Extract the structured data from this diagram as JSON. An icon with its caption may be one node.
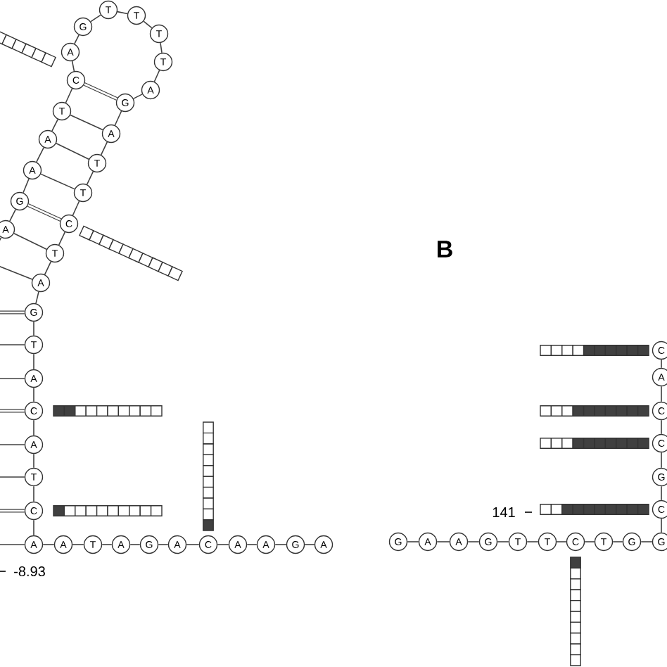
{
  "diagram": {
    "nodes": [
      {
        "text": [
          "A"
        ]
      },
      {
        "text": [
          "G"
        ]
      },
      {
        "text": [
          "A"
        ]
      },
      {
        "text": [
          "A"
        ]
      },
      {
        "text": [
          "T"
        ]
      },
      {
        "text": [
          "C"
        ]
      },
      {
        "text": [
          "A"
        ]
      },
      {
        "text": [
          "G"
        ]
      },
      {
        "text": [
          "T"
        ]
      },
      {
        "text": [
          "T"
        ]
      },
      {
        "text": [
          "T"
        ]
      },
      {
        "text": [
          "T"
        ]
      },
      {
        "text": [
          "A"
        ]
      },
      {
        "text": [
          "G"
        ]
      },
      {
        "text": [
          "A"
        ]
      },
      {
        "text": [
          "T"
        ]
      },
      {
        "text": [
          "T"
        ]
      },
      {
        "text": [
          "C"
        ]
      },
      {
        "text": [
          "T"
        ]
      },
      {
        "text": [
          "A"
        ]
      },
      {
        "text": [
          "G"
        ]
      },
      {
        "text": [
          "T"
        ]
      },
      {
        "text": [
          "A"
        ]
      },
      {
        "text": [
          "C"
        ]
      },
      {
        "text": [
          "A"
        ]
      },
      {
        "text": [
          "T"
        ]
      },
      {
        "text": [
          "C"
        ]
      },
      {
        "text": [
          "A"
        ]
      },
      {
        "text": [
          "A"
        ]
      },
      {
        "text": [
          "T"
        ]
      },
      {
        "text": [
          "A"
        ]
      },
      {
        "text": [
          "G"
        ]
      },
      {
        "text": [
          "A"
        ]
      },
      {
        "text": [
          "C"
        ]
      },
      {
        "text": [
          "A"
        ]
      },
      {
        "text": [
          "A"
        ]
      },
      {
        "text": [
          "G"
        ]
      },
      {
        "text": [
          "A"
        ]
      },
      {
        "text": [
          "G"
        ]
      },
      {
        "text": [
          "A"
        ]
      },
      {
        "text": [
          "A"
        ]
      },
      {
        "text": [
          "G"
        ]
      },
      {
        "text": [
          "T"
        ]
      },
      {
        "text": [
          "T"
        ]
      },
      {
        "text": [
          "C"
        ]
      },
      {
        "text": [
          "T"
        ]
      },
      {
        "text": [
          "G"
        ]
      },
      {
        "text": [
          "G"
        ]
      },
      {
        "text": [
          "C"
        ]
      },
      {
        "text": [
          "G"
        ]
      },
      {
        "text": [
          "C"
        ]
      },
      {
        "text": [
          "C"
        ]
      },
      {
        "text": [
          "A"
        ]
      },
      {
        "text": [
          "C"
        ]
      }
    ],
    "edges": [
      {
        "from": 0,
        "to": 1,
        "arrow": "none"
      },
      {
        "from": 1,
        "to": 2,
        "arrow": "none"
      },
      {
        "from": 2,
        "to": 3,
        "arrow": "none"
      },
      {
        "from": 3,
        "to": 4,
        "arrow": "none"
      },
      {
        "from": 4,
        "to": 5,
        "arrow": "none"
      },
      {
        "from": 5,
        "to": 6,
        "arrow": "none"
      },
      {
        "from": 6,
        "to": 7,
        "arrow": "none"
      },
      {
        "from": 7,
        "to": 8,
        "arrow": "none"
      },
      {
        "from": 8,
        "to": 9,
        "arrow": "none"
      },
      {
        "from": 9,
        "to": 10,
        "arrow": "none"
      },
      {
        "from": 10,
        "to": 11,
        "arrow": "none"
      },
      {
        "from": 11,
        "to": 12,
        "arrow": "none"
      },
      {
        "from": 12,
        "to": 13,
        "arrow": "none"
      },
      {
        "from": 13,
        "to": 14,
        "arrow": "none"
      },
      {
        "from": 14,
        "to": 15,
        "arrow": "none"
      },
      {
        "from": 15,
        "to": 16,
        "arrow": "none"
      },
      {
        "from": 16,
        "to": 17,
        "arrow": "none"
      },
      {
        "from": 17,
        "to": 18,
        "arrow": "none"
      },
      {
        "from": 18,
        "to": 19,
        "arrow": "none"
      },
      {
        "from": 19,
        "to": 20,
        "arrow": "none"
      },
      {
        "from": 20,
        "to": 21,
        "arrow": "none"
      },
      {
        "from": 21,
        "to": 22,
        "arrow": "none"
      },
      {
        "from": 22,
        "to": 23,
        "arrow": "none"
      },
      {
        "from": 23,
        "to": 24,
        "arrow": "none"
      },
      {
        "from": 24,
        "to": 25,
        "arrow": "none"
      },
      {
        "from": 25,
        "to": 26,
        "arrow": "none"
      },
      {
        "from": 26,
        "to": 27,
        "arrow": "none"
      },
      {
        "from": 27,
        "to": 28,
        "arrow": "none"
      },
      {
        "from": 28,
        "to": 29,
        "arrow": "none"
      },
      {
        "from": 29,
        "to": 30,
        "arrow": "none"
      },
      {
        "from": 30,
        "to": 31,
        "arrow": "none"
      },
      {
        "from": 31,
        "to": 32,
        "arrow": "none"
      },
      {
        "from": 32,
        "to": 33,
        "arrow": "none"
      },
      {
        "from": 33,
        "to": 34,
        "arrow": "none"
      },
      {
        "from": 34,
        "to": 35,
        "arrow": "none"
      },
      {
        "from": 35,
        "to": 36,
        "arrow": "none"
      },
      {
        "from": 36,
        "to": 37,
        "arrow": "none"
      },
      {
        "from": 38,
        "to": 39,
        "arrow": "none"
      },
      {
        "from": 39,
        "to": 40,
        "arrow": "none"
      },
      {
        "from": 40,
        "to": 41,
        "arrow": "none"
      },
      {
        "from": 41,
        "to": 42,
        "arrow": "none"
      },
      {
        "from": 42,
        "to": 43,
        "arrow": "none"
      },
      {
        "from": 43,
        "to": 44,
        "arrow": "none"
      },
      {
        "from": 44,
        "to": 45,
        "arrow": "none"
      },
      {
        "from": 45,
        "to": 46,
        "arrow": "none"
      },
      {
        "from": 46,
        "to": 47,
        "arrow": "none"
      },
      {
        "from": 47,
        "to": 48,
        "arrow": "none"
      },
      {
        "from": 48,
        "to": 49,
        "arrow": "none"
      },
      {
        "from": 49,
        "to": 50,
        "arrow": "none"
      },
      {
        "from": 50,
        "to": 51,
        "arrow": "none"
      },
      {
        "from": 51,
        "to": 52,
        "arrow": "none"
      },
      {
        "from": 52,
        "to": 53,
        "arrow": "none"
      },
      {
        "from": 5,
        "to": 13,
        "arrow": "none",
        "style": "thick"
      },
      {
        "from": 4,
        "to": 14,
        "arrow": "none"
      },
      {
        "from": 3,
        "to": 15,
        "arrow": "none"
      },
      {
        "from": 2,
        "to": 16,
        "arrow": "none"
      },
      {
        "from": 1,
        "to": 17,
        "arrow": "none",
        "style": "thick"
      },
      {
        "from": 0,
        "to": 18,
        "arrow": "none"
      },
      {
        "from": null,
        "to": 0,
        "arrow": "none"
      },
      {
        "from": null,
        "to": 19,
        "arrow": "none"
      },
      {
        "from": null,
        "to": 20,
        "arrow": "none",
        "style": "thick"
      },
      {
        "from": null,
        "to": 21,
        "arrow": "none"
      },
      {
        "from": null,
        "to": 22,
        "arrow": "none"
      },
      {
        "from": null,
        "to": 23,
        "arrow": "none",
        "style": "thick"
      },
      {
        "from": null,
        "to": 24,
        "arrow": "none"
      },
      {
        "from": null,
        "to": 25,
        "arrow": "none"
      },
      {
        "from": null,
        "to": 26,
        "arrow": "none",
        "style": "thick"
      },
      {
        "from": null,
        "to": 27,
        "arrow": "none"
      }
    ],
    "labels": [
      "B",
      "-8.93",
      "141"
    ]
  }
}
